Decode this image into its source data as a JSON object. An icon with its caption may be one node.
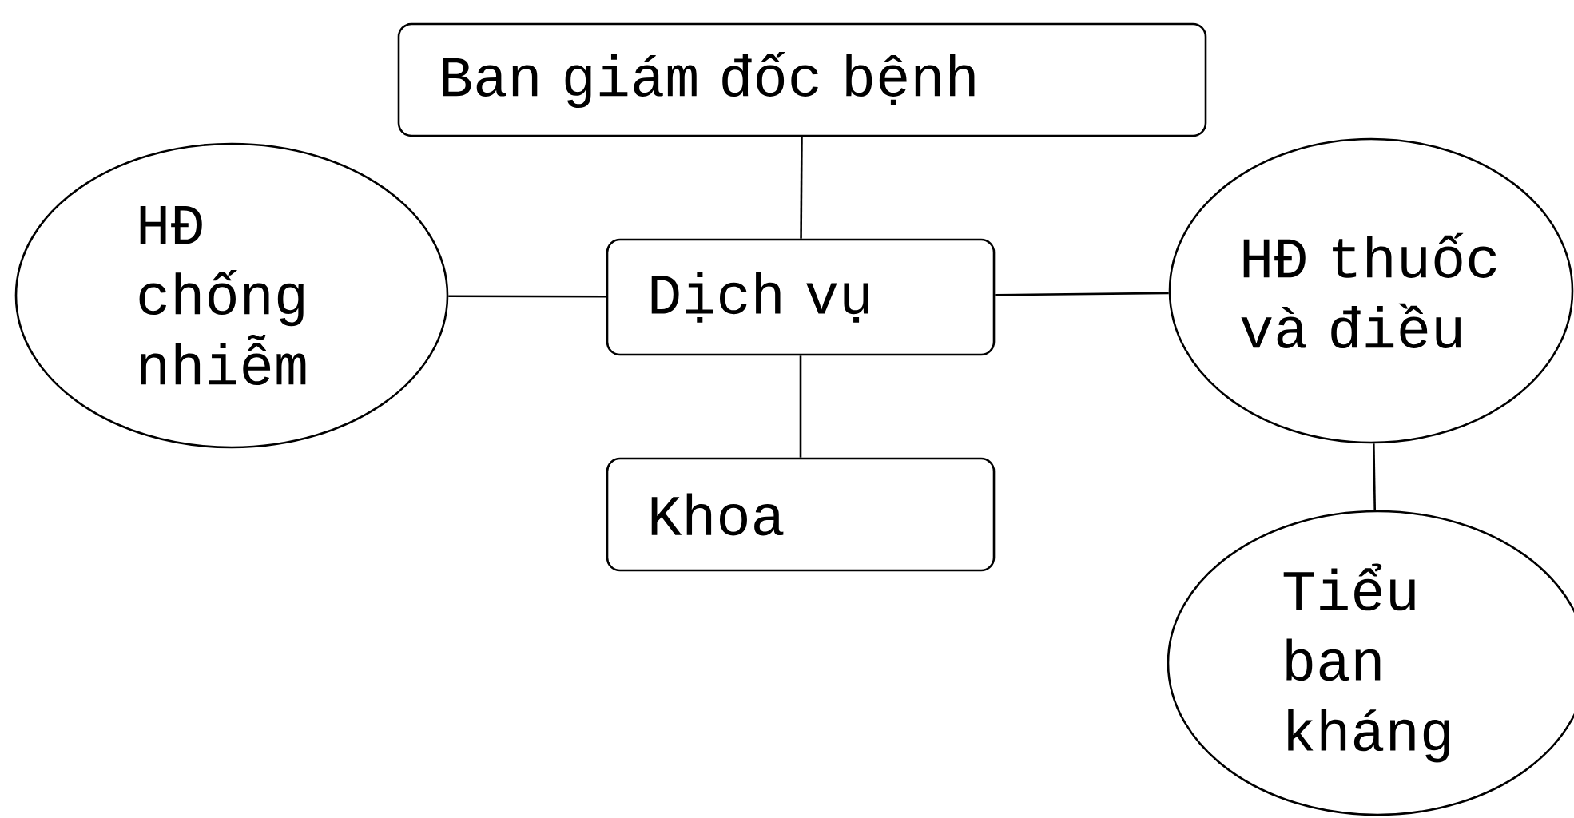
{
  "diagram": {
    "nodes": [
      {
        "text": [
          "Ban giám đốc bệnh"
        ]
      },
      {
        "text": [
          "HĐ chống nhiễm"
        ]
      },
      {
        "text": [
          "Dịch vụ"
        ]
      },
      {
        "text": [
          "HĐ thuốc và điều"
        ]
      },
      {
        "text": [
          "Khoa"
        ]
      },
      {
        "text": [
          "Tiểu ban kháng"
        ]
      }
    ],
    "edges": [
      {
        "from": 0,
        "to": 2,
        "arrow": "none"
      },
      {
        "from": 1,
        "to": 2,
        "arrow": "none"
      },
      {
        "from": 2,
        "to": 3,
        "arrow": "none"
      },
      {
        "from": 2,
        "to": 4,
        "arrow": "none"
      },
      {
        "from": 3,
        "to": 5,
        "arrow": "none"
      }
    ]
  }
}
